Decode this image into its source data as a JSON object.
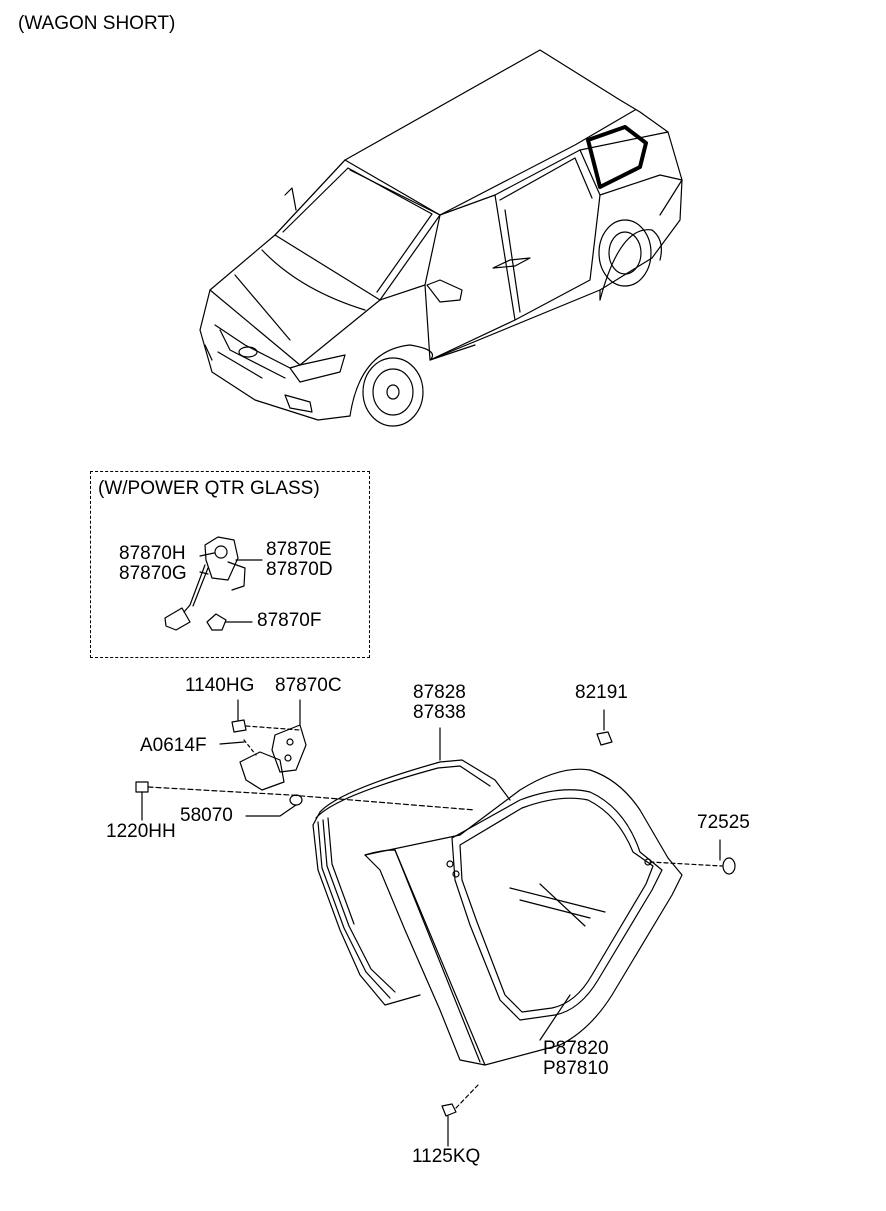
{
  "header": {
    "variant": "(WAGON SHORT)"
  },
  "inset": {
    "title": "(W/POWER QTR GLASS)",
    "labels": {
      "p87870h": "87870H",
      "p87870g": "87870G",
      "p87870e": "87870E",
      "p87870d": "87870D",
      "p87870f": "87870F"
    }
  },
  "parts": {
    "p1140hg": "1140HG",
    "p87870c": "87870C",
    "a0614f": "A0614F",
    "p1220hh": "1220HH",
    "p58070": "58070",
    "p87828": "87828",
    "p87838": "87838",
    "p82191": "82191",
    "p72525": "72525",
    "pp87820": "P87820",
    "pp87810": "P87810",
    "p1125kq": "1125KQ"
  }
}
